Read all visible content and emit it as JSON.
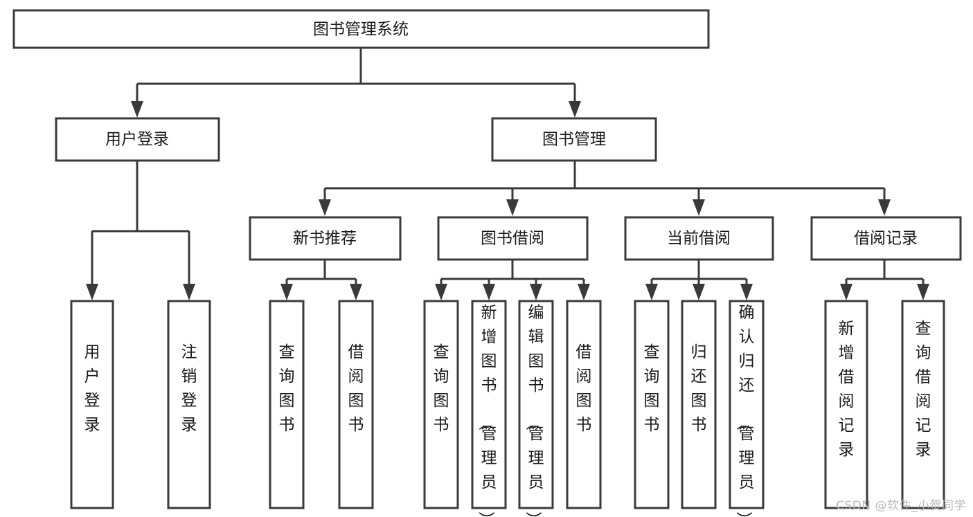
{
  "diagram": {
    "type": "tree-hierarchy",
    "title": "图书管理系统",
    "root": {
      "id": "root",
      "label": "图书管理系统",
      "orientation": "horizontal"
    },
    "level1": [
      {
        "id": "user-login",
        "label": "用户登录",
        "orientation": "horizontal"
      },
      {
        "id": "book-manage",
        "label": "图书管理",
        "orientation": "horizontal"
      }
    ],
    "level2": [
      {
        "id": "new-book-recommend",
        "label": "新书推荐",
        "orientation": "horizontal",
        "parent": "book-manage"
      },
      {
        "id": "book-borrow",
        "label": "图书借阅",
        "orientation": "horizontal",
        "parent": "book-manage"
      },
      {
        "id": "current-borrow",
        "label": "当前借阅",
        "orientation": "horizontal",
        "parent": "book-manage"
      },
      {
        "id": "borrow-record",
        "label": "借阅记录",
        "orientation": "horizontal",
        "parent": "book-manage"
      }
    ],
    "leaves": {
      "user_login": [
        {
          "id": "leaf-user-login",
          "label": "用户登录",
          "orientation": "vertical"
        },
        {
          "id": "leaf-user-logout",
          "label": "注销登录",
          "orientation": "vertical"
        }
      ],
      "new_book_recommend": [
        {
          "id": "leaf-query-book-1",
          "label": "查询图书",
          "orientation": "vertical"
        },
        {
          "id": "leaf-borrow-book-1",
          "label": "借阅图书",
          "orientation": "vertical"
        }
      ],
      "book_borrow": [
        {
          "id": "leaf-query-book-2",
          "label": "查询图书",
          "orientation": "vertical"
        },
        {
          "id": "leaf-add-book",
          "label": "新增图书（管理员）",
          "orientation": "vertical"
        },
        {
          "id": "leaf-edit-book",
          "label": "编辑图书（管理员）",
          "orientation": "vertical"
        },
        {
          "id": "leaf-borrow-book-2",
          "label": "借阅图书",
          "orientation": "vertical"
        }
      ],
      "current_borrow": [
        {
          "id": "leaf-query-book-3",
          "label": "查询图书",
          "orientation": "vertical"
        },
        {
          "id": "leaf-return-book",
          "label": "归还图书",
          "orientation": "vertical"
        },
        {
          "id": "leaf-confirm-return",
          "label": "确认归还（管理员）",
          "orientation": "vertical"
        }
      ],
      "borrow_record": [
        {
          "id": "leaf-add-borrow-record",
          "label": "新增借阅记录",
          "orientation": "vertical"
        },
        {
          "id": "leaf-query-borrow-record",
          "label": "查询借阅记录",
          "orientation": "vertical"
        }
      ]
    },
    "colors": {
      "box_fill": "#ffffff",
      "box_stroke": "#3a3a3a",
      "text": "#1a1a1a",
      "background": "#ffffff",
      "watermark": "#b9b9b9"
    }
  },
  "watermark": {
    "text": "CSDN @软件_小贺同学"
  }
}
